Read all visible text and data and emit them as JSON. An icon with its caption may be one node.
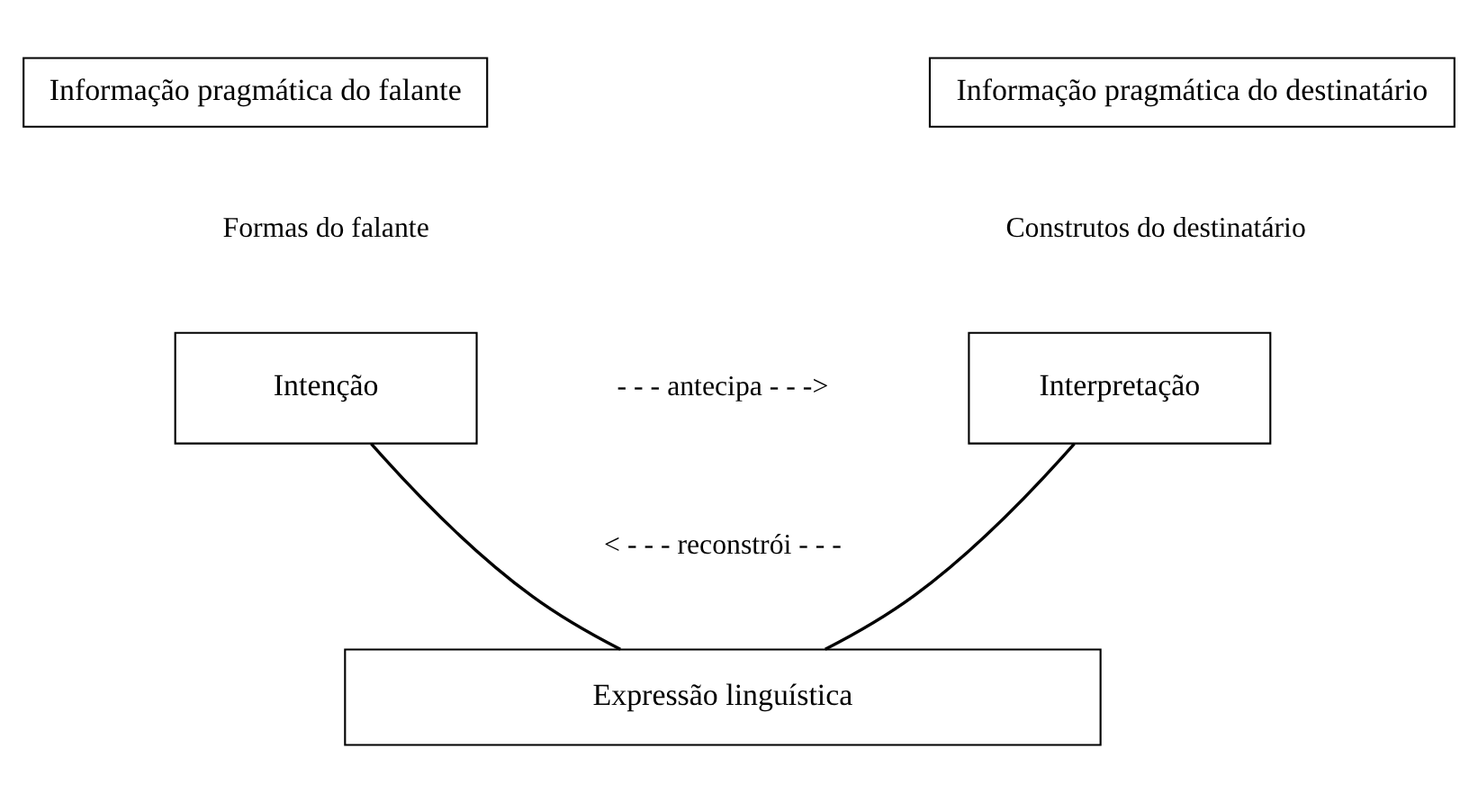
{
  "diagram": {
    "nodes": [
      {
        "text": [
          "Informação pragmática do falante"
        ]
      },
      {
        "text": [
          "Informação pragmática do destinatário"
        ]
      },
      {
        "text": [
          "Intenção"
        ]
      },
      {
        "text": [
          "Interpretação"
        ]
      },
      {
        "text": [
          "Expressão linguística"
        ]
      }
    ],
    "edges": [
      {
        "from": 2,
        "to": 4,
        "arrow": "none"
      },
      {
        "from": 3,
        "to": 4,
        "arrow": "none"
      }
    ],
    "labels": [
      "Formas do falante",
      "Construtos do destinatário",
      "- - - antecipa - - ->",
      "< - - - reconstrói - - -"
    ]
  }
}
